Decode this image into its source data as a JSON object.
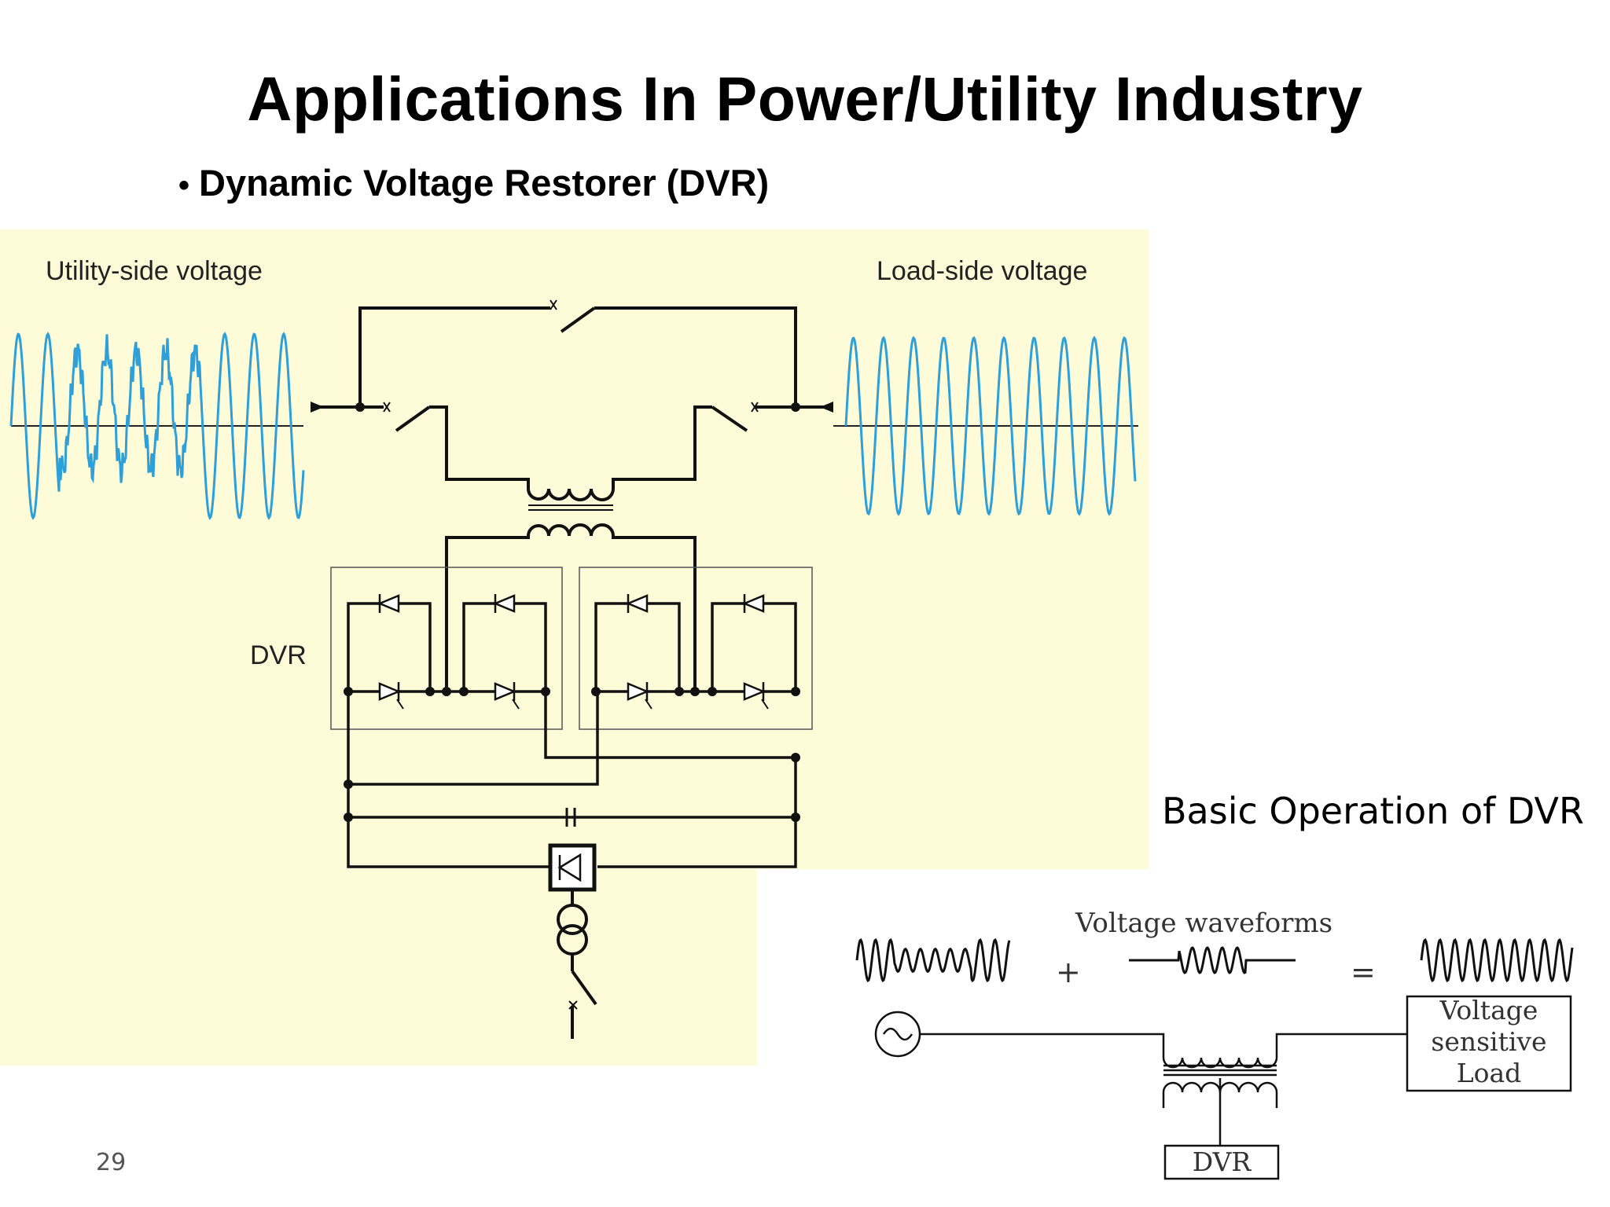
{
  "slide": {
    "title": "Applications In Power/Utility Industry",
    "bullet": "Dynamic Voltage Restorer (DVR)",
    "bullet_marker": "•",
    "page_number": "29"
  },
  "main_diagram": {
    "utility_label": "Utility-side voltage",
    "load_label": "Load-side voltage",
    "dvr_label": "DVR",
    "panel_color": "#fefcd8",
    "wave_color": "#2e9fd8"
  },
  "caption": "Basic Operation of DVR",
  "operation_diagram": {
    "heading": "Voltage waveforms",
    "plus": "+",
    "equals": "=",
    "load_label": [
      "Voltage",
      "sensitive",
      "Load"
    ],
    "dvr_label": "DVR"
  }
}
